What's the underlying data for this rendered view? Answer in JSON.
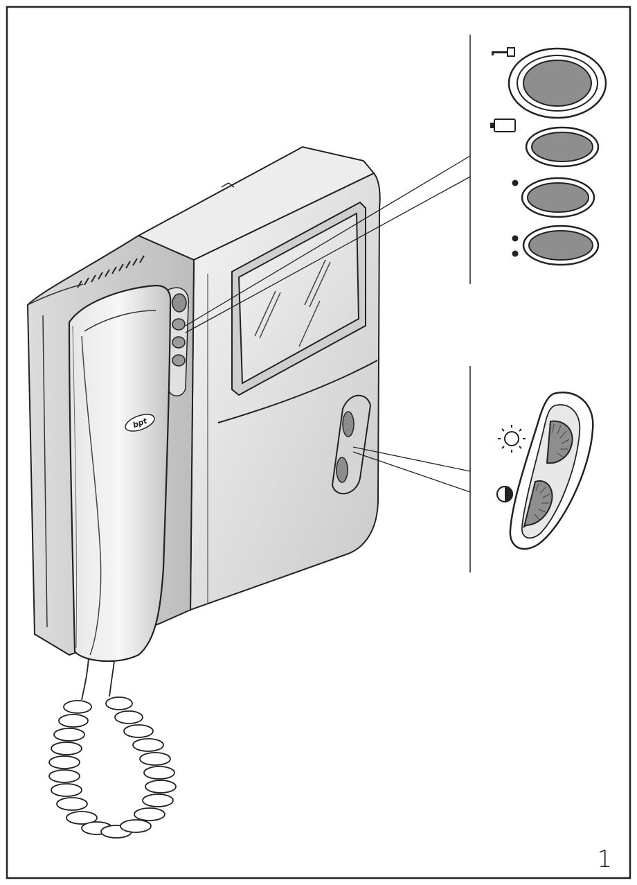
{
  "figure": {
    "page_number": "1",
    "brand_logo_text": "bpt"
  },
  "callouts": {
    "buttons": [
      {
        "icon": "key-icon",
        "meaning": "door-release"
      },
      {
        "icon": "battery-icon",
        "meaning": "self-insertion"
      },
      {
        "icon": "single-dot-icon",
        "meaning": "auxiliary-1"
      },
      {
        "icon": "double-dot-icon",
        "meaning": "auxiliary-2"
      }
    ],
    "controls": [
      {
        "icon": "brightness-icon",
        "meaning": "brightness"
      },
      {
        "icon": "contrast-icon",
        "meaning": "contrast"
      }
    ]
  }
}
